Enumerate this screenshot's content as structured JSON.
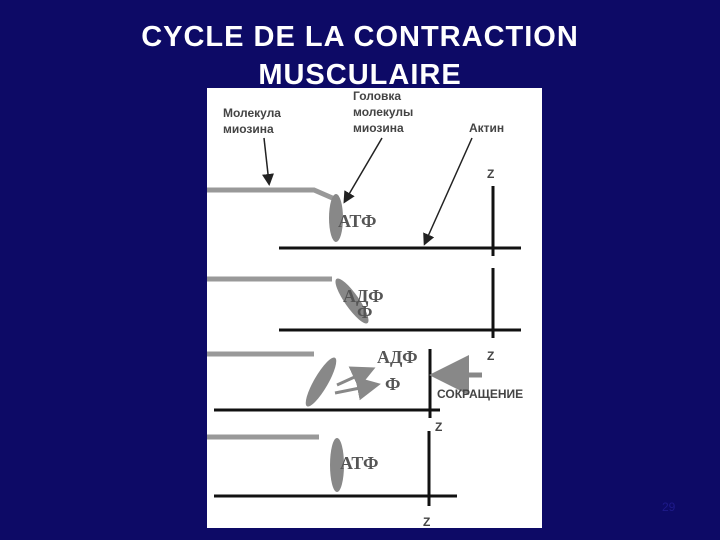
{
  "title_line1": "CYCLE DE LA CONTRACTION",
  "title_line2": "MUSCULAIRE",
  "labels": {
    "myosin_molecule_line1": "Молекула",
    "myosin_molecule_line2": "миозина",
    "myosin_head_line1": "Головка",
    "myosin_head_line2": "молекулы",
    "myosin_head_line3": "миозина",
    "actin": "Актин",
    "z": "Z",
    "atp": "АТФ",
    "adp": "АДФ",
    "phosphate": "Ф",
    "contraction": "СОКРАЩЕНИЕ"
  },
  "page_number": "29"
}
